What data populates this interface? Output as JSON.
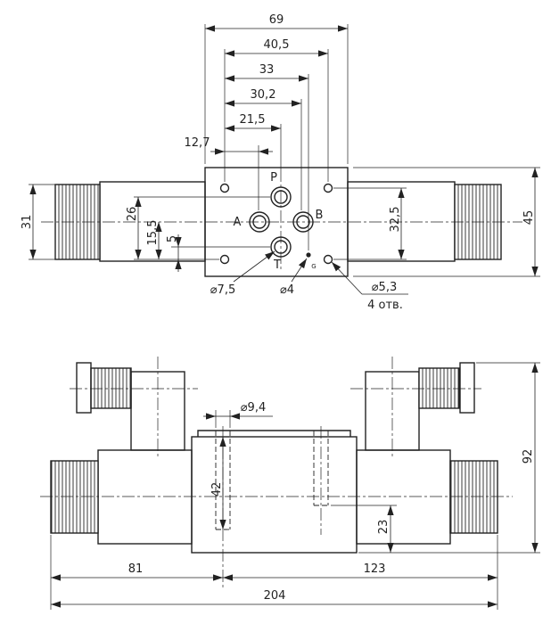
{
  "drawing": {
    "top": {
      "d69": "69",
      "d40_5": "40,5",
      "d33": "33",
      "d30_2": "30,2",
      "d21_5": "21,5",
      "d12_7": "12,7",
      "d31": "31",
      "d26": "26",
      "d15_5": "15,5",
      "d5": "5",
      "d32_5": "32,5",
      "d45": "45",
      "port_p": "P",
      "port_a": "A",
      "port_b": "B",
      "port_t": "T",
      "pin_label": "G",
      "c7_5": "⌀7,5",
      "c4": "⌀4",
      "c5_3": "⌀5,3",
      "c_holes": "4 отв."
    },
    "side": {
      "d9_4": "⌀9,4",
      "d42": "42",
      "d23": "23",
      "d92": "92",
      "d81": "81",
      "d123": "123",
      "d204": "204"
    },
    "colors": {
      "line": "#222222",
      "background": "#ffffff"
    }
  }
}
